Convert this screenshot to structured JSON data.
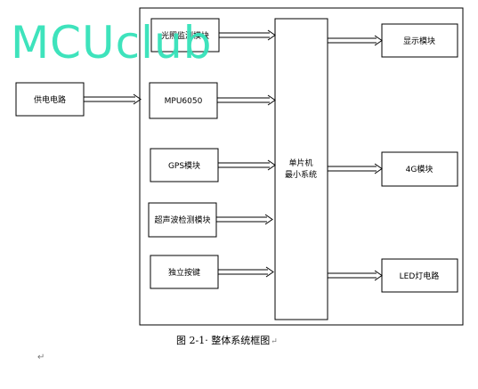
{
  "diagram": {
    "modules": {
      "power_supply": "供电电路",
      "light_monitor": "光照监测模块",
      "mpu6050": "MPU6050",
      "gps": "GPS模块",
      "ultrasonic": "超声波检测模块",
      "button": "独立按键",
      "mcu_line1": "单片机",
      "mcu_line2": "最小系统",
      "display": "显示模块",
      "module_4g": "4G模块",
      "led": "LED灯电路"
    },
    "caption": "图 2-1· 整体系统框图",
    "caption_mark": "↵",
    "paragraph_mark": "↵"
  },
  "watermark": "MCUclub"
}
